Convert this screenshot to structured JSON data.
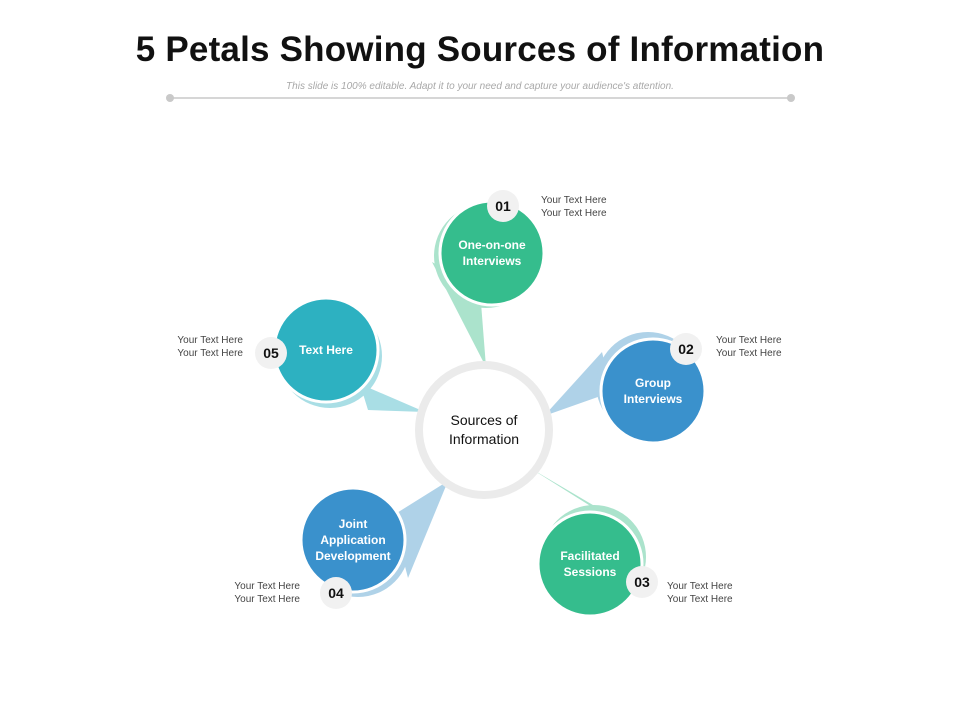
{
  "header": {
    "title": "5 Petals Showing Sources of Information",
    "subtitle": "This slide is 100% editable. Adapt it to your need and capture your audience's attention."
  },
  "center": {
    "label": "Sources of\nInformation"
  },
  "colors": {
    "green": "#35BD8D",
    "green_light": "#ABE3CC",
    "blue": "#3A91CC",
    "blue_light": "#AFD2E8",
    "teal": "#2DB1C1",
    "teal_light": "#A9DEE5",
    "ring": "#EBEBEB"
  },
  "petals": [
    {
      "number": "01",
      "label": "One-on-one\nInterviews",
      "note": [
        "Your Text Here",
        "Your Text Here"
      ]
    },
    {
      "number": "02",
      "label": "Group\nInterviews",
      "note": [
        "Your Text Here",
        "Your Text Here"
      ]
    },
    {
      "number": "03",
      "label": "Facilitated\nSessions",
      "note": [
        "Your Text Here",
        "Your Text Here"
      ]
    },
    {
      "number": "04",
      "label": "Joint\nApplication\nDevelopment",
      "note": [
        "Your Text Here",
        "Your Text Here"
      ]
    },
    {
      "number": "05",
      "label": "Text Here",
      "note": [
        "Your Text Here",
        "Your Text Here"
      ]
    }
  ]
}
